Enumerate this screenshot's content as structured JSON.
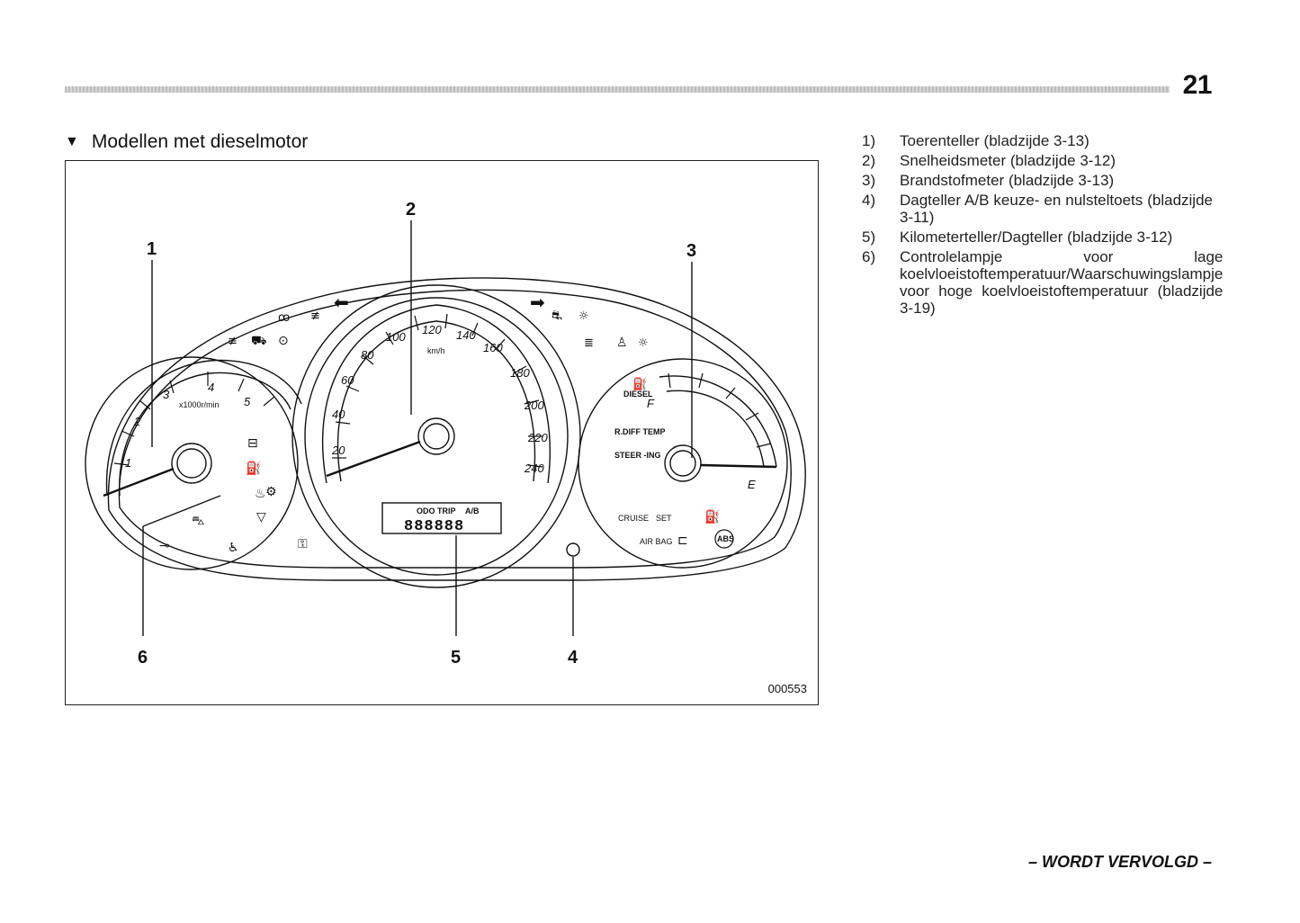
{
  "page": {
    "number": "21",
    "continued": "– WORDT VERVOLGD –"
  },
  "section": {
    "heading": "Modellen met dieselmotor"
  },
  "figure": {
    "id": "000553",
    "callouts": [
      "1",
      "2",
      "3",
      "4",
      "5",
      "6"
    ],
    "tacho": {
      "ticks": [
        "1",
        "2",
        "3",
        "4",
        "5"
      ],
      "unit": "x1000r/min"
    },
    "speedo": {
      "ticks": [
        "20",
        "40",
        "60",
        "80",
        "100",
        "120",
        "140",
        "160",
        "180",
        "200",
        "220",
        "240"
      ],
      "unit": "km/h"
    },
    "fuel": {
      "full": "F",
      "empty": "E",
      "diesel_label": "DIESEL"
    },
    "odo_label": "ODO TRIP",
    "odo_ab": "A/B",
    "odo_digits": "888888",
    "labels": {
      "rdiff_temp": "R.DIFF TEMP",
      "steering": "STEER -ING",
      "cruise": "CRUISE",
      "set": "SET",
      "airbag": "AIR BAG",
      "abs": "ABS"
    }
  },
  "legend": [
    {
      "num": "1)",
      "text": "Toerenteller (bladzijde 3-13)"
    },
    {
      "num": "2)",
      "text": "Snelheidsmeter (bladzijde 3-12)"
    },
    {
      "num": "3)",
      "text": "Brandstofmeter (bladzijde 3-13)"
    },
    {
      "num": "4)",
      "text": "Dagteller A/B keuze- en nulsteltoets (bladzijde 3-11)"
    },
    {
      "num": "5)",
      "text": "Kilometerteller/Dagteller (bladzijde 3-12)"
    },
    {
      "num": "6)",
      "text": "Controlelampje voor lage koelvloeistoftemperatuur/Waarschuwingslampje voor hoge koelvloeistoftemperatuur (bladzijde 3-19)"
    }
  ]
}
